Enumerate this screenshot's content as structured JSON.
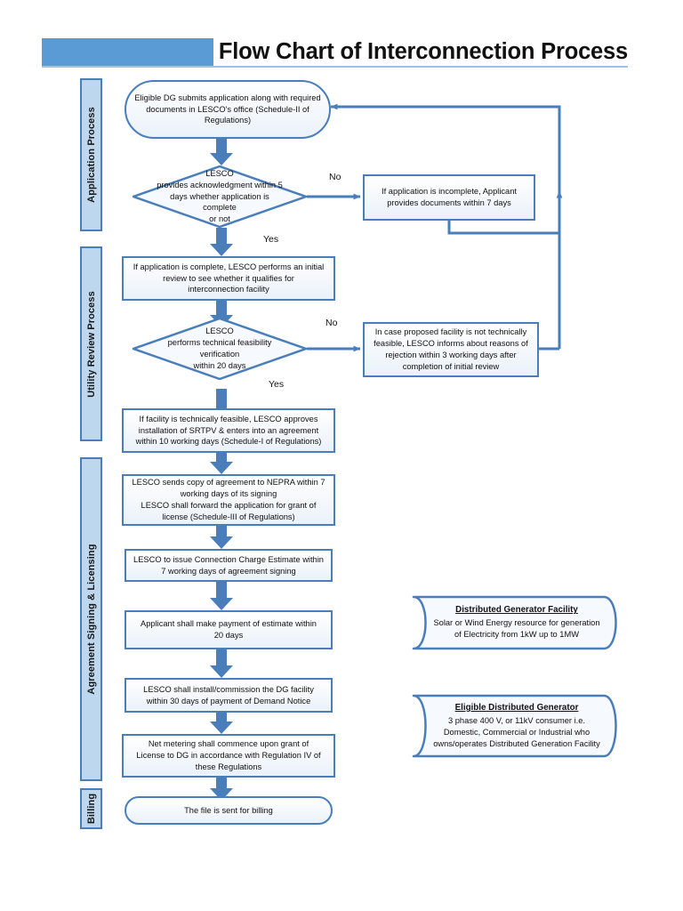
{
  "header": {
    "title": "Flow Chart of Interconnection Process",
    "accent_color": "#5B9BD5",
    "rule_color": "#9DC3E6"
  },
  "theme": {
    "node_border": "#4A7EBB",
    "lane_fill": "#BDD7EE",
    "connector": "#4A7EBB"
  },
  "lanes": [
    {
      "id": "application-process",
      "label": "Application Process"
    },
    {
      "id": "utility-review-process",
      "label": "Utility Review Process"
    },
    {
      "id": "agreement-signing-licensing",
      "label": "Agreement Signing & Licensing"
    },
    {
      "id": "billing",
      "label": "Billing"
    }
  ],
  "nodes": {
    "n1": "Eligible DG submits application along with required documents in LESCO's office (Schedule-II of Regulations)",
    "d1": "LESCO provides acknowledgment within 5 days whether application is complete or not",
    "b1": "If application is incomplete, Applicant provides documents within 7 days",
    "n2": "If application is complete, LESCO performs an initial review to see whether it qualifies for interconnection facility",
    "d2": "LESCO performs technical feasibility verification within 20 days",
    "b2": "In case proposed facility is not technically feasible, LESCO informs about reasons of rejection within 3 working days after completion of initial review",
    "n3": "If facility is technically feasible, LESCO approves installation of SRTPV & enters into an agreement within 10 working days (Schedule-I of Regulations)",
    "n4": "LESCO sends copy of agreement to NEPRA within 7 working days of its signing LESCO shall forward the application for grant of license (Schedule-III of Regulations)",
    "n5": "LESCO to issue Connection Charge Estimate within 7 working days of agreement signing",
    "n6": "Applicant shall make payment of estimate within 20 days",
    "n7": "LESCO shall install/commission the DG facility within 30 days of payment of Demand Notice",
    "n8": "Net metering shall commence upon grant of License to DG in accordance with Regulation IV of these Regulations",
    "n9": "The file is sent for billing"
  },
  "node_lines": {
    "n1": [
      "Eligible DG submits application along with required",
      "documents in LESCO's office (Schedule-II of",
      "Regulations)"
    ],
    "d1": [
      "LESCO",
      "provides acknowledgment within 5",
      "days whether application is complete",
      "or not"
    ],
    "b1": [
      "If application is incomplete, Applicant",
      "provides documents within 7 days"
    ],
    "n2": [
      "If application is complete, LESCO performs an initial",
      "review to see whether it qualifies for",
      "interconnection facility"
    ],
    "d2": [
      "LESCO",
      "performs technical feasibility verification",
      "within 20 days"
    ],
    "b2": [
      "In case proposed facility is not technically",
      "feasible, LESCO informs about reasons of",
      "rejection within 3 working days after",
      "completion of initial review"
    ],
    "n3": [
      "If facility is technically feasible, LESCO approves",
      "installation of SRTPV & enters into an agreement",
      "within 10 working days (Schedule-I of Regulations)"
    ],
    "n4": [
      "LESCO sends copy of agreement to NEPRA within 7",
      "working days of its signing",
      "LESCO shall forward the application for grant of",
      "license (Schedule-III of Regulations)"
    ],
    "n5": [
      "LESCO to issue Connection Charge Estimate within",
      "7 working days of agreement signing"
    ],
    "n6": [
      "Applicant shall make payment of estimate within",
      "20 days"
    ],
    "n7": [
      "LESCO shall install/commission the DG facility",
      "within 30 days of payment of Demand Notice"
    ],
    "n8": [
      "Net metering shall commence upon grant of",
      "License to DG in accordance with Regulation IV of",
      "these Regulations"
    ],
    "n9": [
      "The file is sent for billing"
    ]
  },
  "edge_labels": {
    "d1_no": "No",
    "d1_yes": "Yes",
    "d2_no": "No",
    "d2_yes": "Yes"
  },
  "banners": [
    {
      "id": "distributed-generator-facility",
      "title": "Distributed Generator Facility",
      "lines": [
        "Solar or Wind Energy resource for generation",
        "of Electricity from 1kW up to 1MW"
      ]
    },
    {
      "id": "eligible-distributed-generator",
      "title": "Eligible Distributed Generator",
      "lines": [
        "3 phase 400 V, or 11kV consumer i.e.",
        "Domestic, Commercial or Industrial who",
        "owns/operates Distributed Generation Facility"
      ]
    }
  ]
}
